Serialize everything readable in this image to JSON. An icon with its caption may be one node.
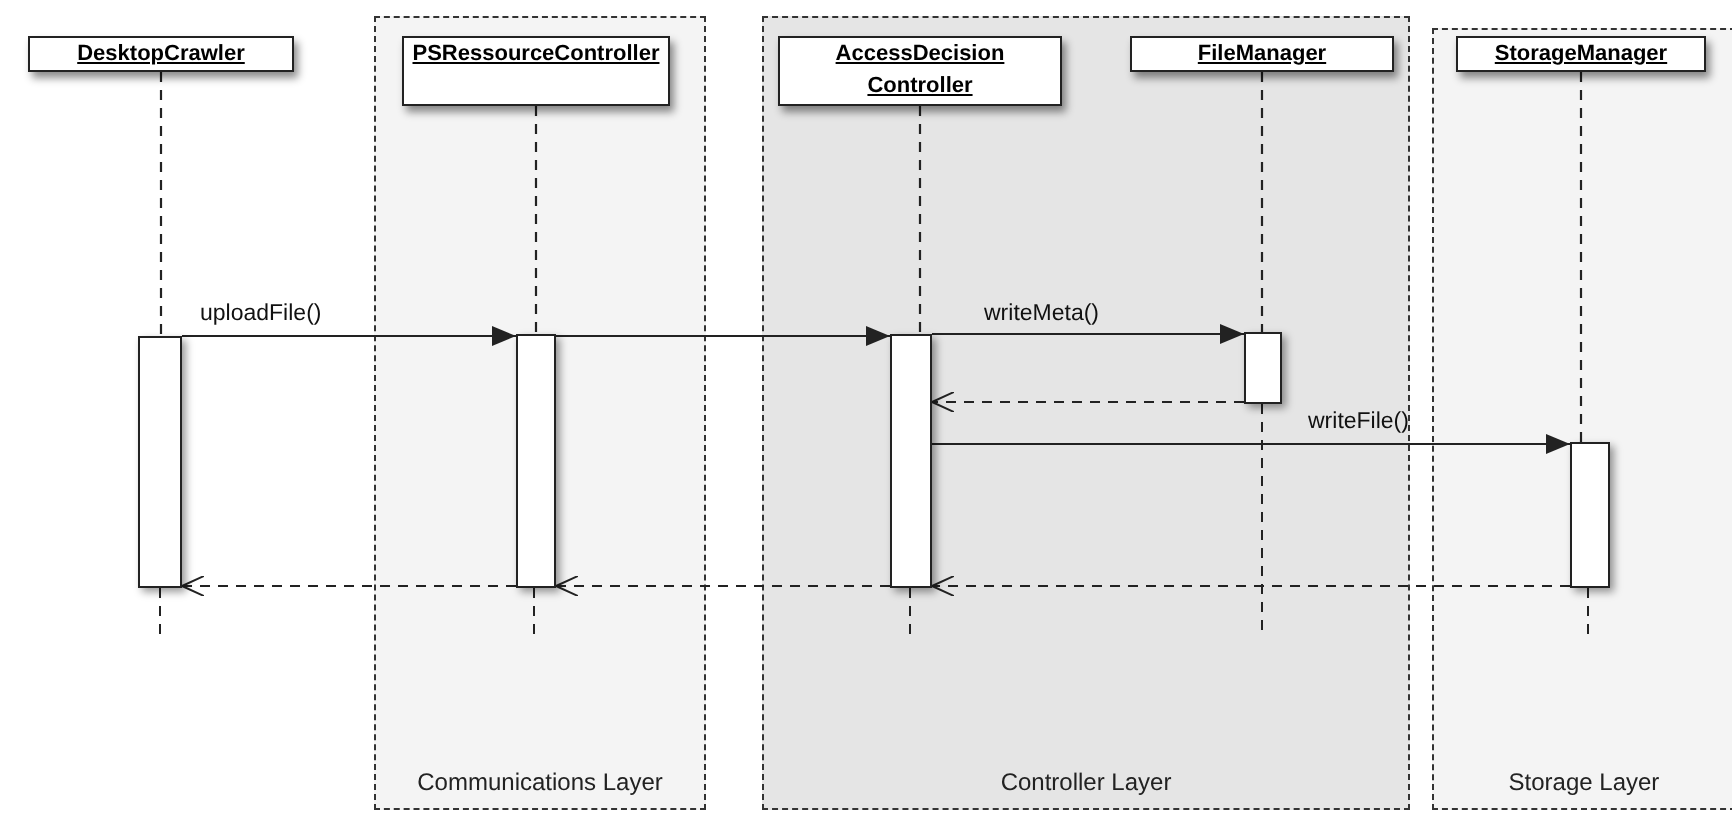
{
  "diagram": {
    "nodes": [
      {
        "text": [
          "Communications Layer"
        ]
      },
      {
        "text": [
          "Controller Layer"
        ]
      },
      {
        "text": [
          "Storage Layer"
        ]
      },
      {
        "text": [
          "DesktopCrawler"
        ]
      },
      {
        "text": [
          "PSRessourceController"
        ],
        "in": 0
      },
      {
        "text": [
          "AccessDecision Controller"
        ],
        "in": 1
      },
      {
        "text": [
          "FileManager"
        ],
        "in": 1
      },
      {
        "text": [
          "StorageManager"
        ],
        "in": 2
      },
      {
        "text": [],
        "shape": "bar"
      },
      {
        "text": [],
        "shape": "bar",
        "in": 0
      },
      {
        "text": [],
        "shape": "bar",
        "in": 1
      },
      {
        "text": [],
        "shape": "bar",
        "in": 1
      },
      {
        "text": [],
        "shape": "bar",
        "in": 2
      }
    ],
    "edges": [
      {
        "from": 3,
        "to": 8,
        "arrow": "none",
        "style": "dashed"
      },
      {
        "from": 4,
        "to": 9,
        "arrow": "none",
        "style": "dashed"
      },
      {
        "from": 5,
        "to": 10,
        "arrow": "none",
        "style": "dashed"
      },
      {
        "from": 6,
        "to": 11,
        "arrow": "none",
        "style": "dashed"
      },
      {
        "from": 7,
        "to": 12,
        "arrow": "none",
        "style": "dashed"
      },
      {
        "from": 8,
        "to": 9,
        "arrow": "to",
        "label": "uploadFile()"
      },
      {
        "from": 9,
        "to": 10,
        "arrow": "to"
      },
      {
        "from": 10,
        "to": 11,
        "arrow": "to",
        "label": "writeMeta()"
      },
      {
        "from": 11,
        "to": 10,
        "arrow": "to",
        "style": "dashed"
      },
      {
        "from": 10,
        "to": 12,
        "arrow": "to",
        "label": "writeFile()"
      },
      {
        "from": 12,
        "to": 10,
        "arrow": "to",
        "style": "dashed"
      },
      {
        "from": 10,
        "to": 9,
        "arrow": "to",
        "style": "dashed"
      },
      {
        "from": 9,
        "to": 8,
        "arrow": "to",
        "style": "dashed"
      }
    ]
  }
}
